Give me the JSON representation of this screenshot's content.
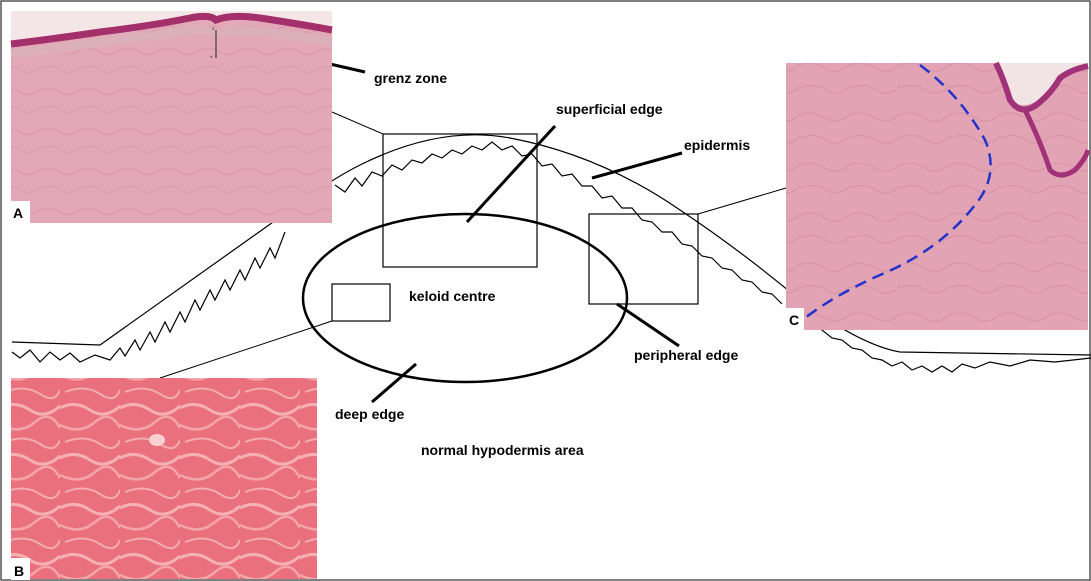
{
  "labels": {
    "grenz_zone": "grenz zone",
    "superficial_edge": "superficial edge",
    "epidermis": "epidermis",
    "keloid_centre": "keloid centre",
    "peripheral_edge": "peripheral edge",
    "deep_edge": "deep edge",
    "normal_hypodermis": "normal hypodermis area"
  },
  "panels": {
    "a": "A",
    "b": "B",
    "c": "C"
  },
  "colors": {
    "tissue_pink": "#e6a0b4",
    "epidermis_purple": "#b0407a",
    "collagen_red": "#e2707e",
    "boundary_dash": "#2233cc",
    "background_pink": "#f6dde0"
  }
}
